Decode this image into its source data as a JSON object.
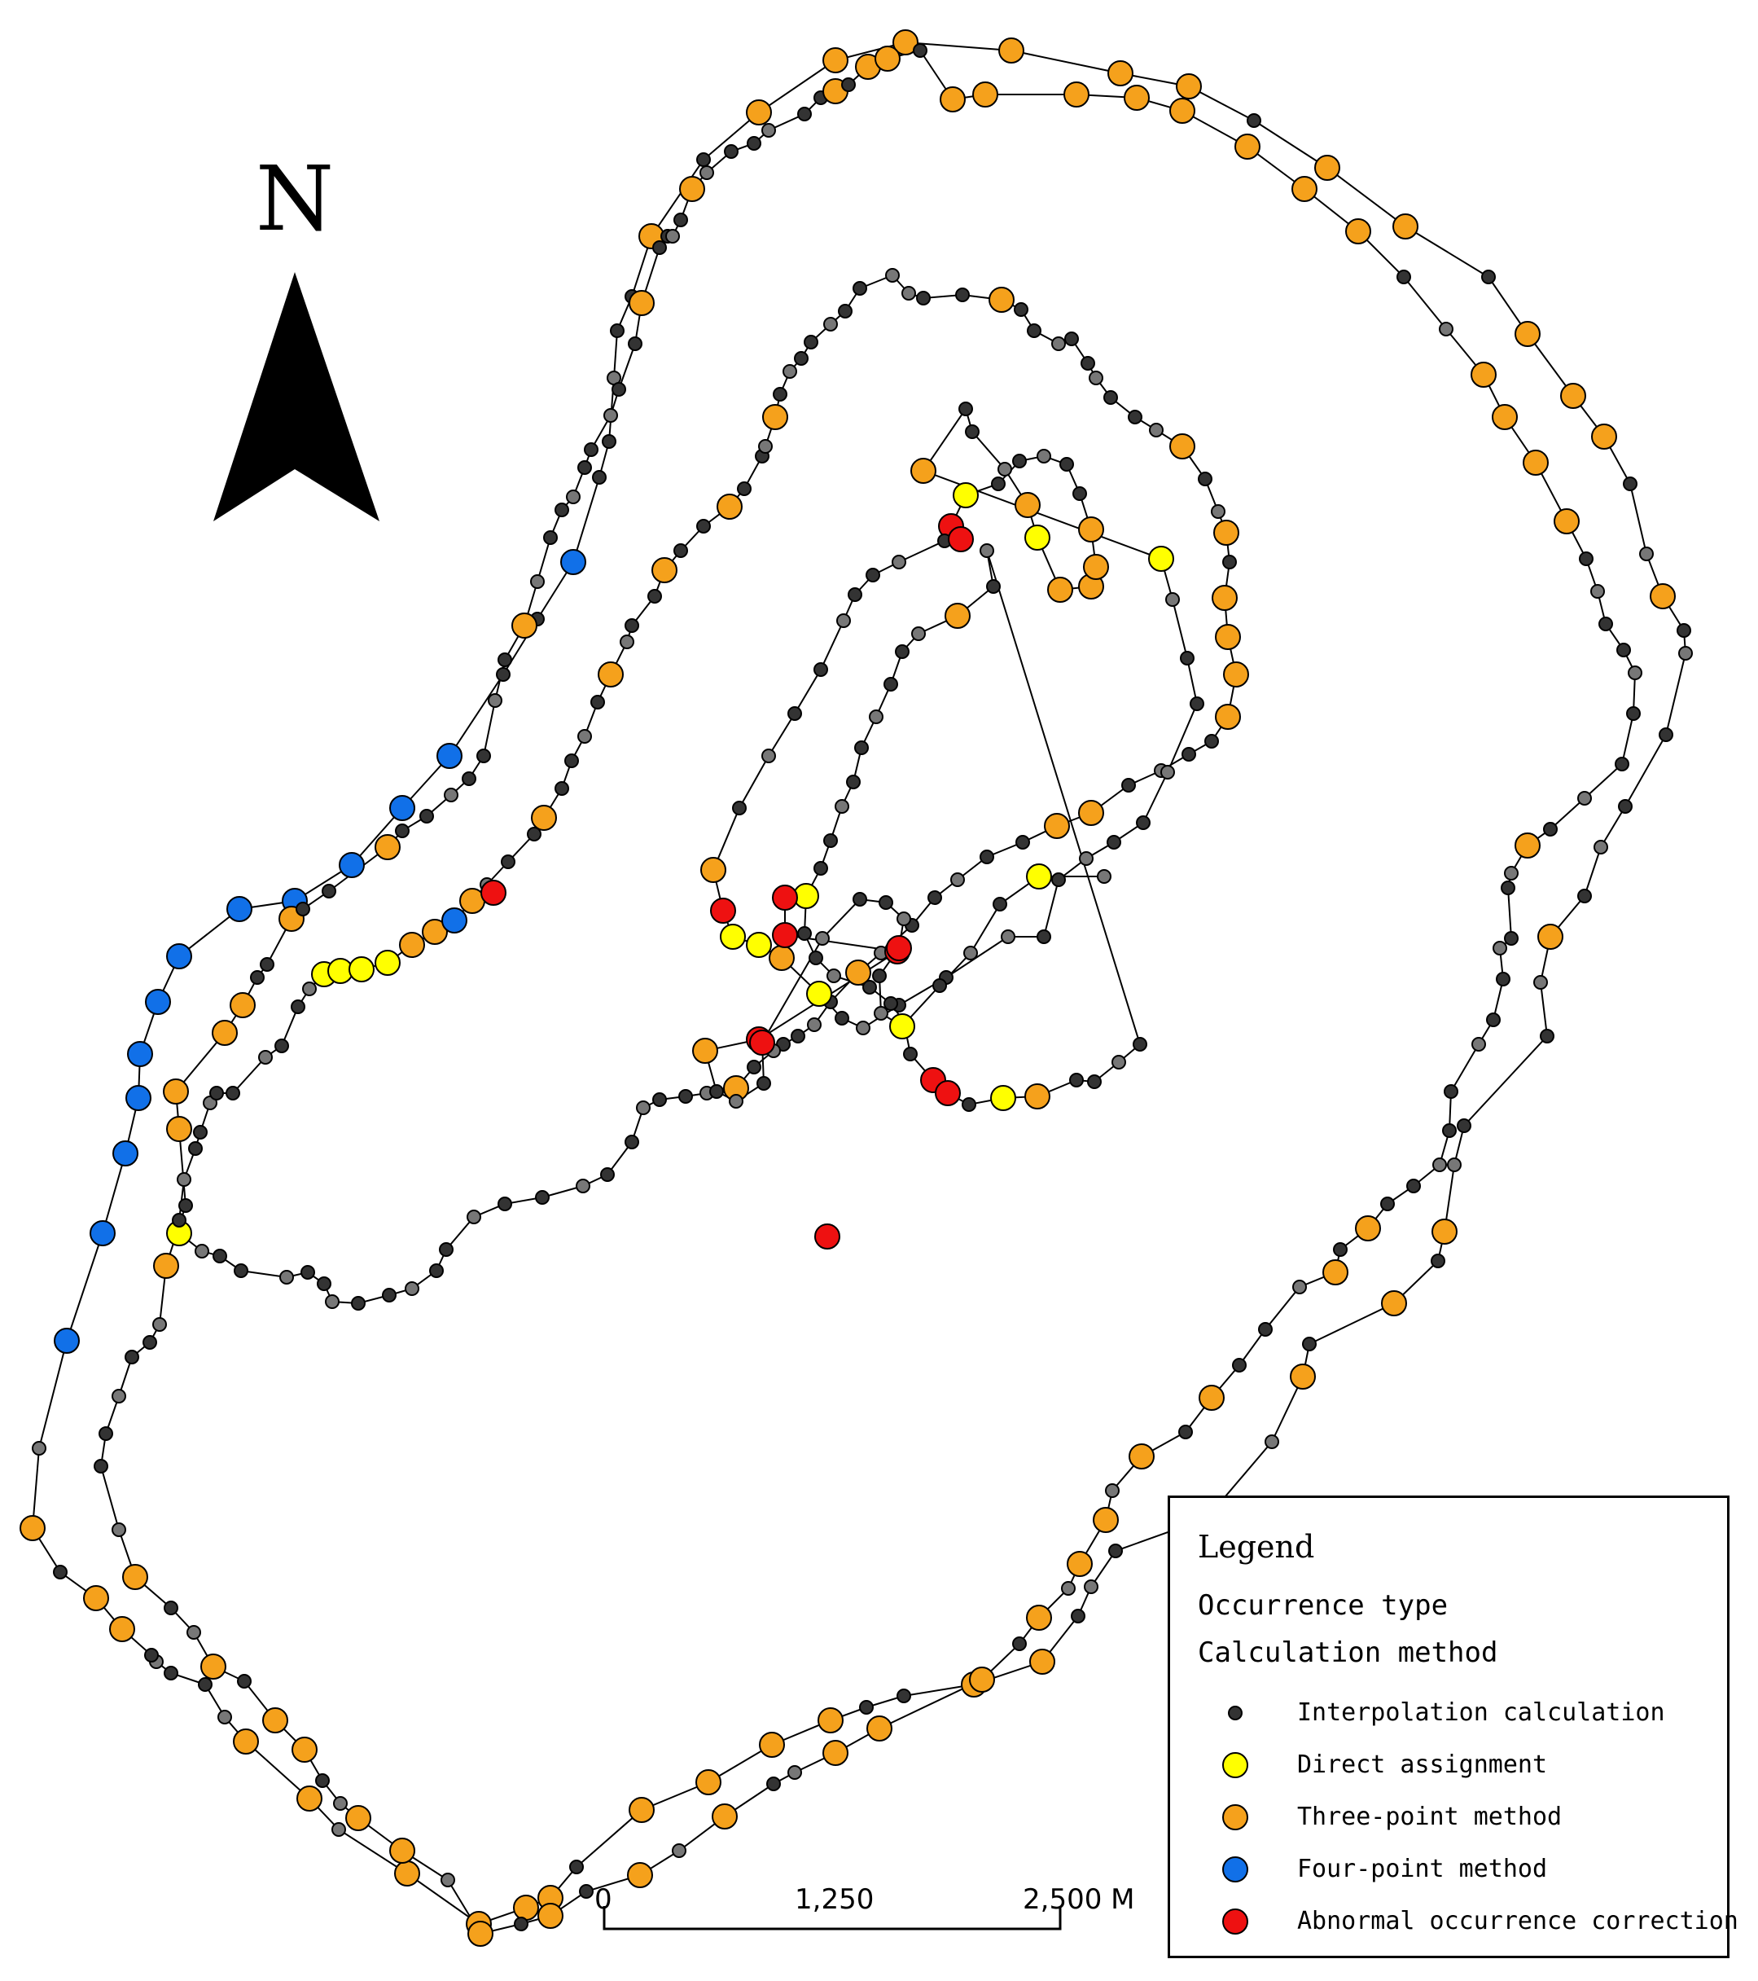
{
  "north_arrow": {
    "label": "N"
  },
  "scale_bar": {
    "labels": [
      "0",
      "1,250",
      "2,500 M"
    ]
  },
  "legend": {
    "title": "Legend",
    "subtitle_1": "Occurrence type",
    "subtitle_2": "Calculation method",
    "items": [
      {
        "label": "Interpolation calculation",
        "color": "#333333",
        "kind": "small"
      },
      {
        "label": "Direct assignment",
        "color": "#ffff00",
        "kind": "large"
      },
      {
        "label": "Three-point method",
        "color": "#f5a11c",
        "kind": "large"
      },
      {
        "label": "Four-point method",
        "color": "#1170e8",
        "kind": "large"
      },
      {
        "label": "Abnormal occurrence correction",
        "color": "#ee1111",
        "kind": "large"
      }
    ]
  }
}
